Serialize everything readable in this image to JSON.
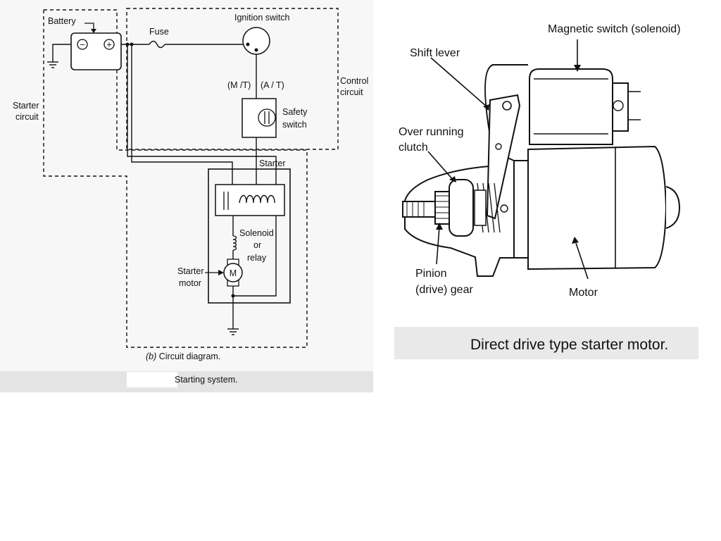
{
  "circuit": {
    "labels": {
      "battery": "Battery",
      "fuse": "Fuse",
      "ignition_switch": "Ignition switch",
      "mt": "(M /T)",
      "at": "(A / T)",
      "control_circuit_1": "Control",
      "control_circuit_2": "circuit",
      "starter_circuit_1": "Starter",
      "starter_circuit_2": "circuit",
      "safety_switch_1": "Safety",
      "safety_switch_2": "switch",
      "starter": "Starter",
      "solenoid_1": "Solenoid",
      "solenoid_2": "or",
      "solenoid_3": "relay",
      "starter_motor_1": "Starter",
      "starter_motor_2": "motor",
      "motor_symbol": "M",
      "minus": "−",
      "plus": "+"
    },
    "subcaption_prefix": "(b)",
    "subcaption_text": " Circuit diagram.",
    "caption": "Starting system."
  },
  "starter_motor": {
    "labels": {
      "magnetic_switch": "Magnetic switch (solenoid)",
      "shift_lever": "Shift lever",
      "over_running_1": "Over running",
      "over_running_2": "clutch",
      "pinion_1": "Pinion",
      "pinion_2": "(drive) gear",
      "motor": "Motor"
    },
    "caption": "Direct drive type starter motor."
  }
}
